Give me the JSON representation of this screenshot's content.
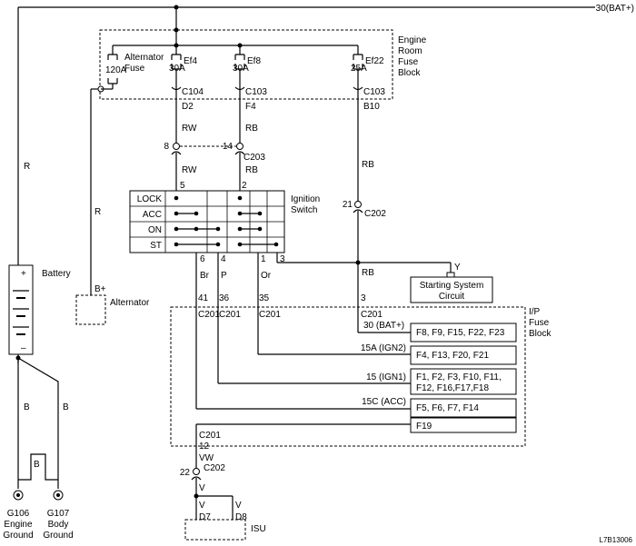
{
  "battery_label": "30(BAT+)",
  "fuse_block": {
    "lines": [
      "Engine",
      "Room",
      "Fuse",
      "Block"
    ]
  },
  "fuses": [
    {
      "amp": "120A",
      "name_lines": [
        "Alternator",
        "Fuse"
      ]
    },
    {
      "amp": "30A",
      "name_lines": [
        "Ef4"
      ]
    },
    {
      "amp": "30A",
      "name_lines": [
        "Ef8"
      ]
    },
    {
      "amp": "25A",
      "name_lines": [
        "Ef22"
      ]
    }
  ],
  "connectors": {
    "c104": "C104",
    "c103a": "C103",
    "c103b": "C103",
    "d2": "D2",
    "f4": "F4",
    "b10": "B10",
    "pin8": "8",
    "pin14": "14",
    "c203": "C203",
    "pin5": "5",
    "pin2": "2",
    "pin21": "21",
    "c202_top": "C202",
    "pin6": "6",
    "pin4": "4",
    "pin1": "1",
    "pin3_sw": "3",
    "pin41": "41",
    "pin36": "36",
    "pin35": "35",
    "pin3": "3",
    "c201_a": "C201",
    "c201_b": "C201",
    "c201_c": "C201",
    "c201_d": "C201",
    "c201_e": "C201",
    "pin12": "12",
    "pin22": "22",
    "c202_bot": "C202",
    "d7": "D7",
    "d8": "D8"
  },
  "wires": {
    "rw1": "RW",
    "rb1": "RB",
    "rw2": "RW",
    "rb2": "RB",
    "rb3": "RB",
    "rb4": "RB",
    "r_left": "R",
    "r_alt": "R",
    "br": "Br",
    "p": "P",
    "or": "Or",
    "y": "Y",
    "b1": "B",
    "b2": "B",
    "b3": "B",
    "vw": "VW",
    "v1": "V",
    "v2": "V",
    "v3": "V"
  },
  "ignition_switch": {
    "title_lines": [
      "Ignition",
      "Switch"
    ],
    "rows": [
      "LOCK",
      "ACC",
      "ON",
      "ST"
    ]
  },
  "battery": {
    "label": "Battery",
    "plus": "+",
    "minus": "–"
  },
  "alternator": {
    "terminal": "B+",
    "label": "Alternator"
  },
  "starting_system": {
    "lines": [
      "Starting System",
      "Circuit"
    ]
  },
  "ip_fuse_block": {
    "lines": [
      "I/P",
      "Fuse",
      "Block"
    ]
  },
  "ip_rows": [
    {
      "source": "30  (BAT+)",
      "fuses_lines": [
        "F8, F9, F15, F22, F23"
      ]
    },
    {
      "source": "15A (IGN2)",
      "fuses_lines": [
        "F4, F13, F20, F21"
      ]
    },
    {
      "source": "15 (IGN1)",
      "fuses_lines": [
        "F1, F2, F3, F10, F11,",
        "F12, F16,F17,F18"
      ]
    },
    {
      "source": "15C (ACC)",
      "fuses_lines": [
        "F5, F6, F7, F14"
      ]
    },
    {
      "source": "",
      "fuses_lines": [
        "F19"
      ]
    }
  ],
  "grounds": [
    {
      "id": "G106",
      "lines": [
        "Engine",
        "Ground"
      ]
    },
    {
      "id": "G107",
      "lines": [
        "Body",
        "Ground"
      ]
    }
  ],
  "isu": "ISU",
  "diagram_code": "L7B13006"
}
